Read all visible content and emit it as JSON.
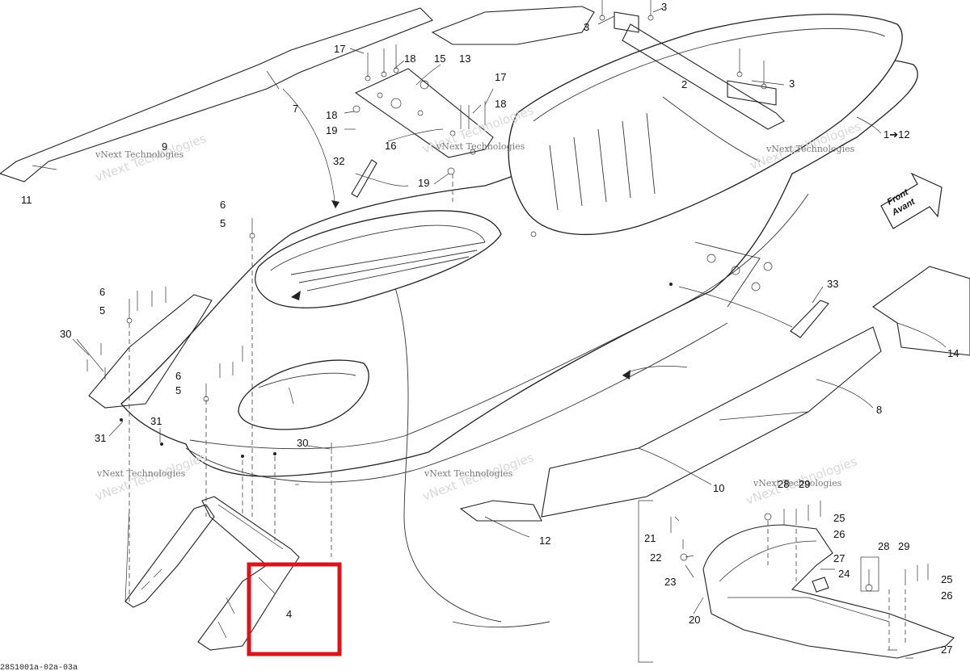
{
  "diagram": {
    "footer_code": "28S1001a-02a-03a",
    "watermark_line1": "vNext Technologies",
    "watermark_line2": "vNext Technologies",
    "direction_badge": {
      "line1": "Front",
      "line2": "Avant"
    },
    "highlight_color": "#d9141b",
    "labels": {
      "l_3a": "3",
      "l_3b": "3",
      "l_3c": "3",
      "l_13": "13",
      "l_2": "2",
      "l_1to12": "1➔12",
      "l_17a": "17",
      "l_18a": "18",
      "l_15": "15",
      "l_7": "7",
      "l_17b": "17",
      "l_18b": "18",
      "l_18c": "18",
      "l_19a": "19",
      "l_16": "16",
      "l_9": "9",
      "l_11": "11",
      "l_32": "32",
      "l_19b": "19",
      "l_6a": "6",
      "l_5a": "5",
      "l_6b": "6",
      "l_5b": "5",
      "l_30a": "30",
      "l_6c": "6",
      "l_5c": "5",
      "l_33": "33",
      "l_14": "14",
      "l_8": "8",
      "l_31a": "31",
      "l_31b": "31",
      "l_30b": "30",
      "l_10": "10",
      "l_12": "12",
      "l_28a": "28",
      "l_29a": "29",
      "l_25a": "25",
      "l_26a": "26",
      "l_21": "21",
      "l_22": "22",
      "l_23": "23",
      "l_27a": "27",
      "l_24": "24",
      "l_28b": "28",
      "l_29b": "29",
      "l_25b": "25",
      "l_26b": "26",
      "l_4": "4",
      "l_20": "20",
      "l_27b": "27"
    }
  }
}
